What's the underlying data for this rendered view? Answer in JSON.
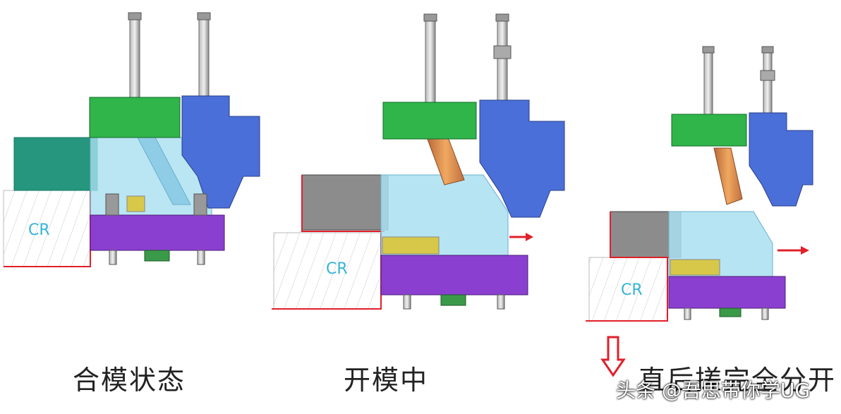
{
  "captions": {
    "stage1": "合模状态",
    "stage2": "开模中",
    "stage3": "直后搓完全分开"
  },
  "labels": {
    "cr": "CR"
  },
  "watermark": "头条 @吾思带你学UG",
  "colors": {
    "green_plate": "#2fb54a",
    "blue_block": "#4a6fd8",
    "purple_base": "#8b3fd0",
    "light_blue_slider": "#a9dff0",
    "teal_block": "#26967e",
    "orange_pin": "#d9884a",
    "gray_block": "#8c8c8c",
    "red_line": "#e0202a",
    "yellow_spring": "#d8c84a",
    "cr_text": "#35b5d6"
  },
  "icons": {
    "motion_arrow": "right-arrow-icon",
    "down_arrow": "down-arrow-icon"
  }
}
